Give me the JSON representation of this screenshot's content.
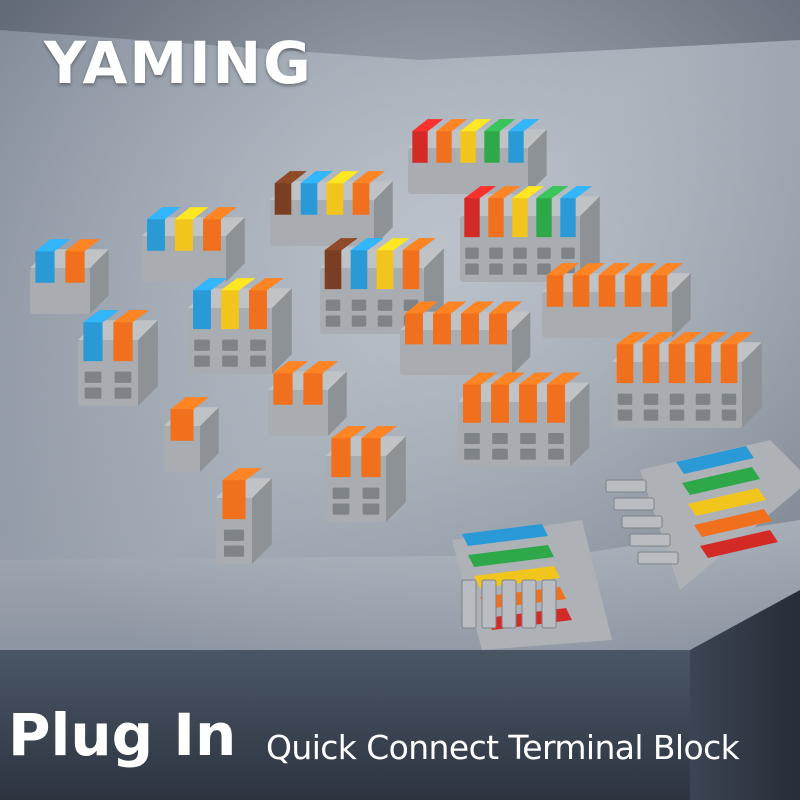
{
  "brand": {
    "name": "YAMING"
  },
  "caption": {
    "headline": "Plug In",
    "subtitle": "Quick Connect Terminal Block"
  },
  "lever_colors": {
    "blue": "#2a9ad6",
    "orange": "#f0701e",
    "yellow": "#f2c51d",
    "green": "#2fa84a",
    "red": "#d42a26",
    "brown": "#7a3f22"
  },
  "products": [
    {
      "id": "two-way",
      "levers": [
        "blue",
        "orange"
      ]
    },
    {
      "id": "three-way-rainbow",
      "levers": [
        "blue",
        "yellow",
        "orange"
      ]
    },
    {
      "id": "four-way-rainbow",
      "levers": [
        "brown",
        "blue",
        "yellow",
        "orange"
      ]
    },
    {
      "id": "five-way-rainbow",
      "levers": [
        "red",
        "orange",
        "yellow",
        "green",
        "blue"
      ]
    },
    {
      "id": "one-way",
      "levers": [
        "orange"
      ]
    },
    {
      "id": "two-way-orange",
      "levers": [
        "orange",
        "orange"
      ]
    },
    {
      "id": "four-way-orange",
      "levers": [
        "orange",
        "orange",
        "orange",
        "orange"
      ]
    },
    {
      "id": "five-way-orange",
      "levers": [
        "orange",
        "orange",
        "orange",
        "orange",
        "orange"
      ]
    },
    {
      "id": "five-way-rainbow-socket",
      "levers": [
        "blue",
        "green",
        "yellow",
        "orange",
        "red"
      ]
    },
    {
      "id": "five-way-rainbow-plug",
      "levers": [
        "blue",
        "green",
        "yellow",
        "orange",
        "red"
      ]
    }
  ]
}
